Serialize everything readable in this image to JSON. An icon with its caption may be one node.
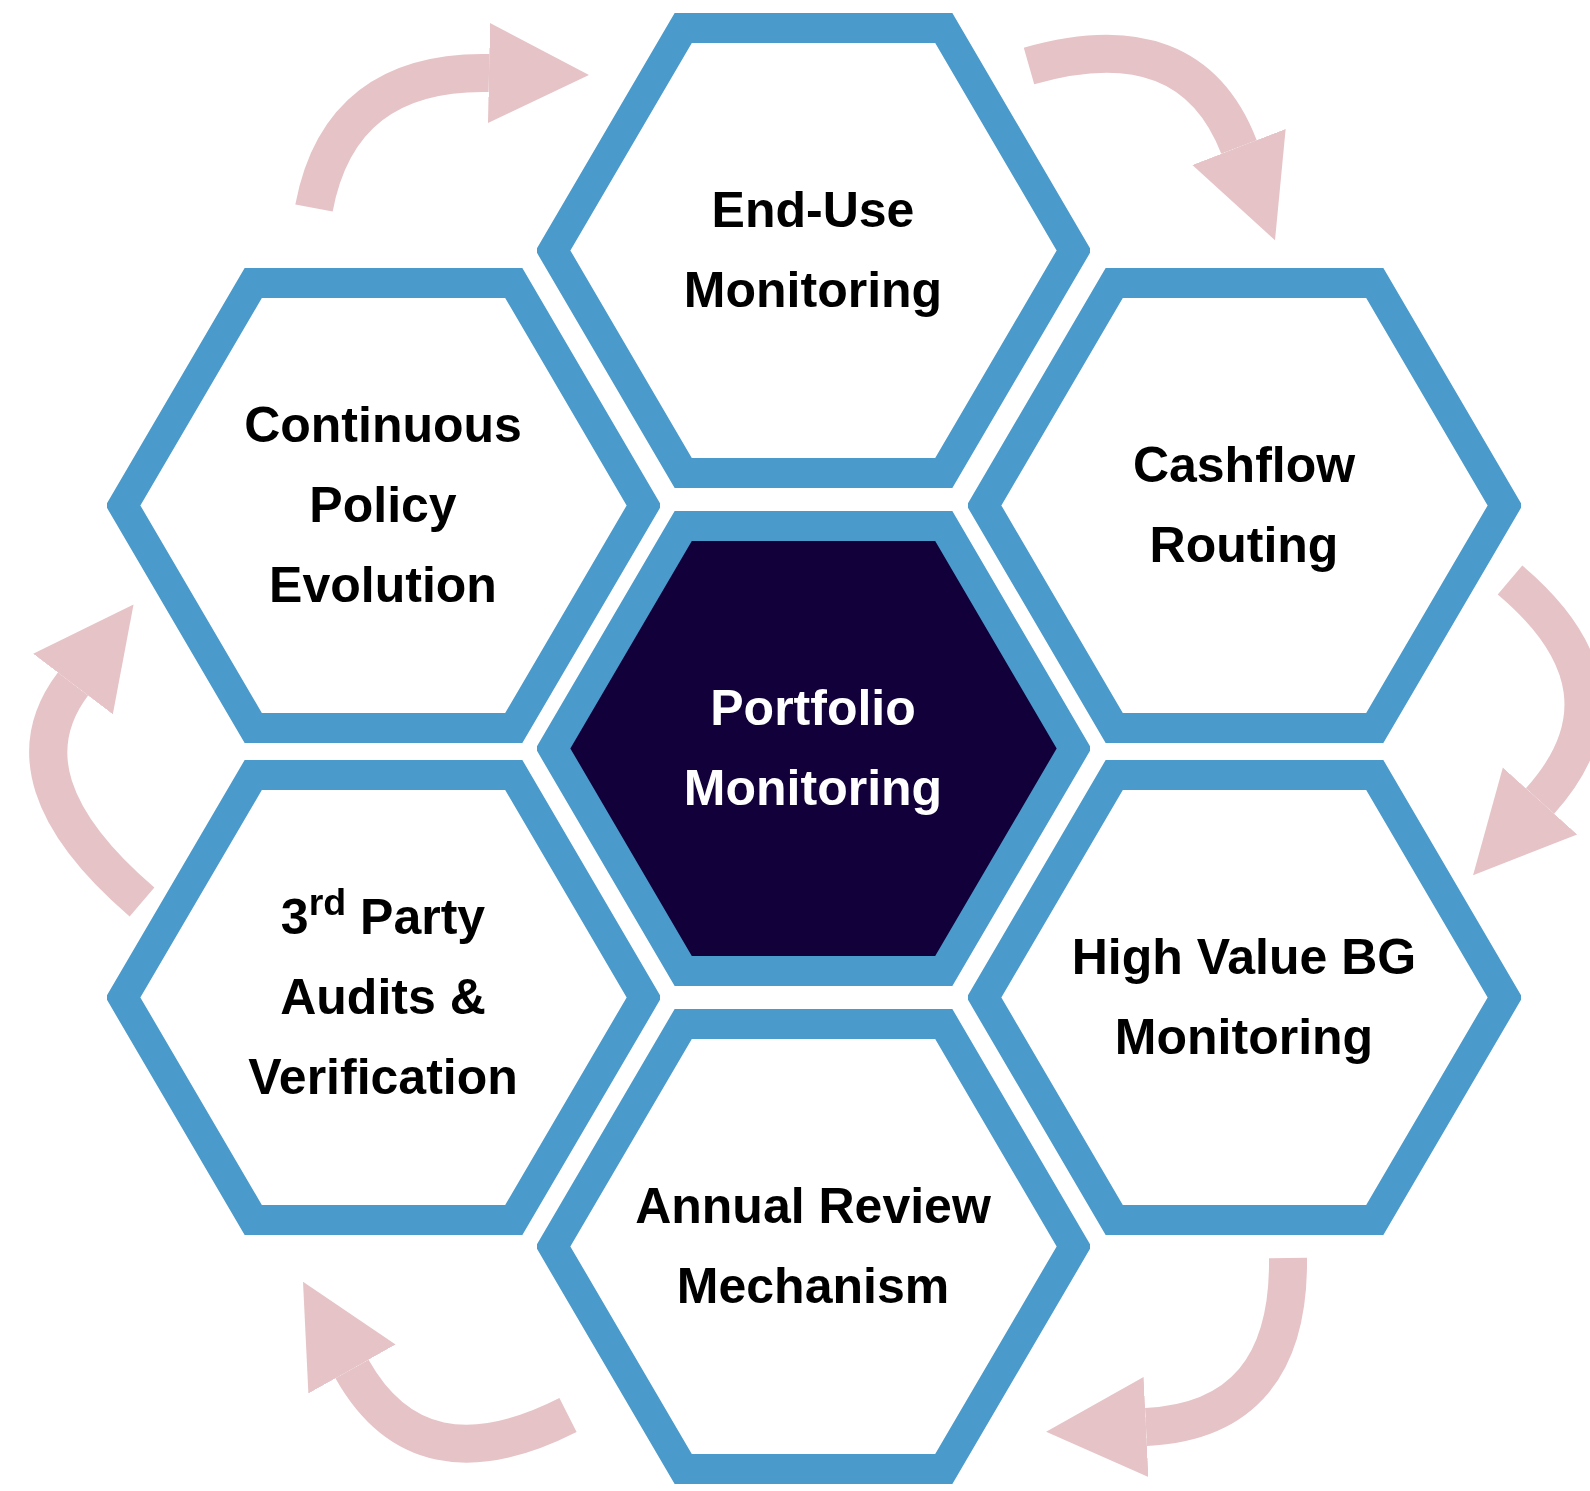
{
  "diagram": {
    "nodes": [
      {
        "text": [
          "End-Use Monitoring"
        ]
      },
      {
        "text": [
          "Continuous Policy Evolution"
        ]
      },
      {
        "text": [
          "Cashflow Routing"
        ]
      },
      {
        "text": [
          "Portfolio Monitoring"
        ]
      },
      {
        "text": [
          "3$^{rd}$ Party Audits & Verification"
        ]
      },
      {
        "text": [
          "High Value BG Monitoring"
        ]
      },
      {
        "text": [
          "Annual Review Mechanism"
        ]
      }
    ],
    "edges": [
      {
        "from": 1,
        "to": 0,
        "arrow": "to"
      },
      {
        "from": 0,
        "to": 2,
        "arrow": "to"
      },
      {
        "from": 2,
        "to": 5,
        "arrow": "to"
      },
      {
        "from": 5,
        "to": 6,
        "arrow": "to"
      },
      {
        "from": 6,
        "to": 4,
        "arrow": "to"
      },
      {
        "from": 4,
        "to": 1,
        "arrow": "to"
      }
    ]
  }
}
